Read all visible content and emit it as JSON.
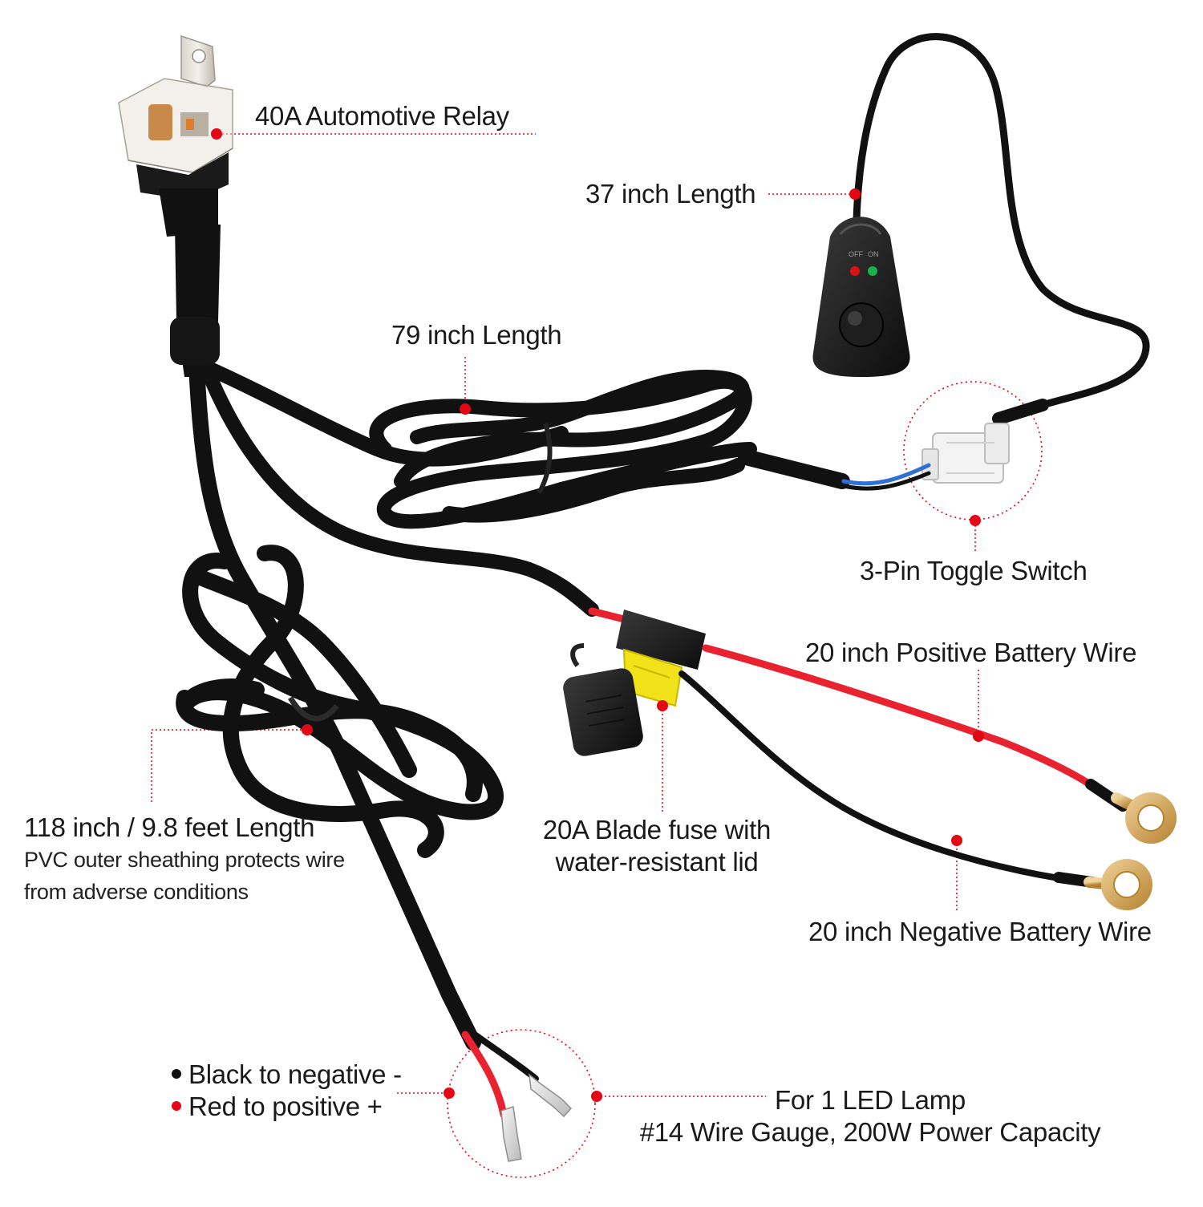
{
  "labels": {
    "relay": "40A Automotive Relay",
    "switch_length": "37 inch Length",
    "main_length": "79 inch Length",
    "toggle_switch": "3-Pin Toggle Switch",
    "positive_wire": "20 inch Positive Battery Wire",
    "negative_wire": "20 inch Negative Battery Wire",
    "fuse_line1": "20A Blade fuse with",
    "fuse_line2": "water-resistant lid",
    "harness_length": "118 inch / 9.8 feet Length",
    "harness_desc1": "PVC outer sheathing protects wire",
    "harness_desc2": "from adverse conditions",
    "black_neg": "Black to negative -",
    "red_pos": "Red to positive +",
    "lamp_line1": "For 1 LED Lamp",
    "lamp_line2": "#14 Wire Gauge, 200W Power Capacity",
    "switch_off": "OFF",
    "switch_on": "ON"
  },
  "colors": {
    "callout_red": "#e30613",
    "wire_black": "#111111",
    "wire_red": "#e8232f",
    "wire_blue": "#2f6fd6",
    "fuse_yellow": "#f2e21a",
    "terminal_brass": "#d7a65a",
    "text": "#1a1a1a"
  },
  "icons": {
    "relay": "relay-icon",
    "switch": "toggle-switch-icon",
    "fuse": "blade-fuse-icon",
    "connector": "connector-icon",
    "ring": "ring-terminal-icon",
    "spade": "spade-terminal-icon",
    "dot": "callout-dot-icon"
  }
}
